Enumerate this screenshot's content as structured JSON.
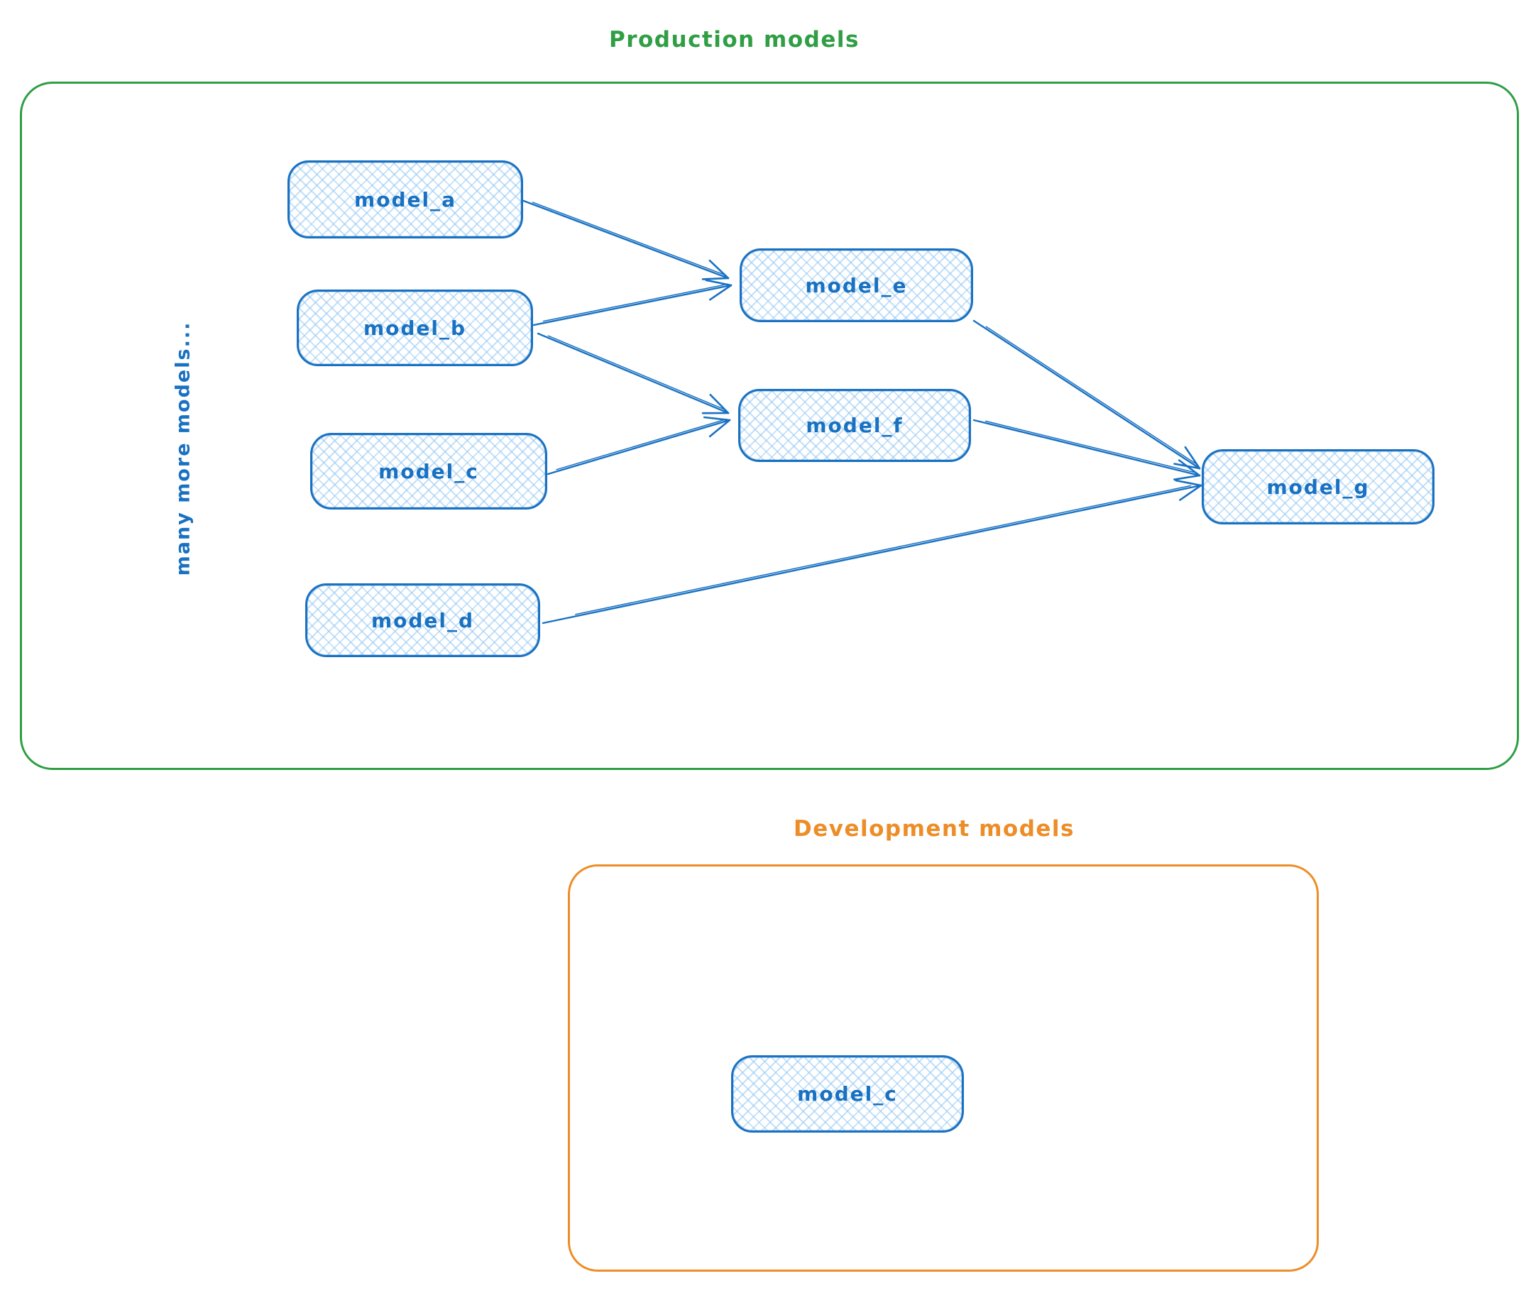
{
  "production": {
    "title": "Production models",
    "side_note": "many more models...",
    "nodes": {
      "a": {
        "label": "model_a"
      },
      "b": {
        "label": "model_b"
      },
      "c": {
        "label": "model_c"
      },
      "d": {
        "label": "model_d"
      },
      "e": {
        "label": "model_e"
      },
      "f": {
        "label": "model_f"
      },
      "g": {
        "label": "model_g"
      }
    },
    "edges": [
      {
        "from": "model_a",
        "to": "model_e"
      },
      {
        "from": "model_b",
        "to": "model_e"
      },
      {
        "from": "model_b",
        "to": "model_f"
      },
      {
        "from": "model_c",
        "to": "model_f"
      },
      {
        "from": "model_d",
        "to": "model_g"
      },
      {
        "from": "model_e",
        "to": "model_g"
      },
      {
        "from": "model_f",
        "to": "model_g"
      }
    ]
  },
  "development": {
    "title": "Development models",
    "nodes": {
      "c": {
        "label": "model_c"
      }
    }
  },
  "colors": {
    "production_border": "#2f9e44",
    "development_border": "#ed8d27",
    "node_border": "#1971c2",
    "node_fill_hatch": "#a5d8ff",
    "node_text": "#1971c2",
    "background": "#ffffff"
  }
}
